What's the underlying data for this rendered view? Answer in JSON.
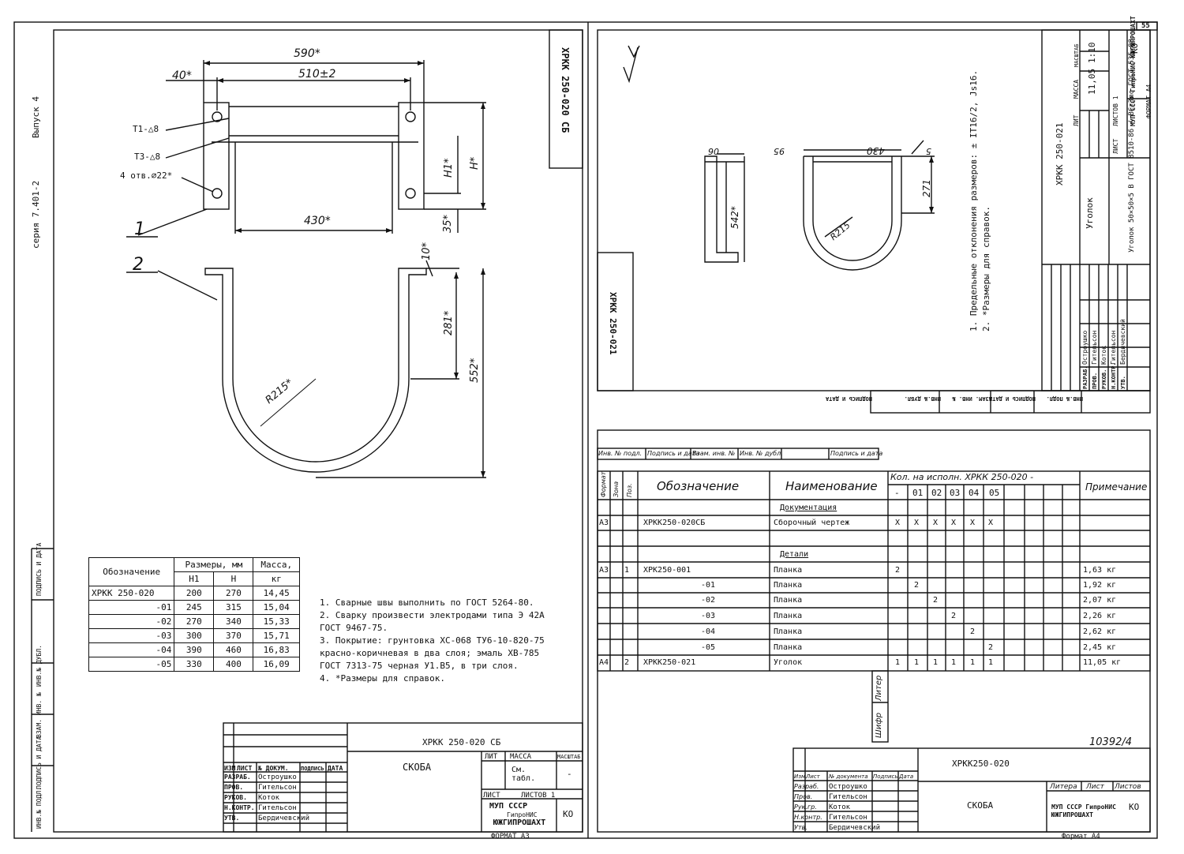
{
  "left_sheet": {
    "stamp_code": "ХРКК 250-020 СБ",
    "series": "серия 7.401-2",
    "issue": "Выпуск 4",
    "dims": {
      "d590": "590*",
      "d510": "510±2",
      "d40": "40*",
      "d430": "430*",
      "dH1": "H1*",
      "dH": "H*",
      "d35": "35*",
      "d10": "10*",
      "d281": "281*",
      "d552": "552*",
      "dR": "R215*"
    },
    "weld1": "Т1-△8",
    "weld2": "Т3-△8",
    "holes": "4 отв.⌀22*",
    "pos1": "1",
    "pos2": "2",
    "size_table": {
      "h_designation": "Обозначение",
      "h_sizes": "Размеры, мм",
      "h_mass": "Масса,",
      "h_mass_unit": "кг",
      "h_H1": "Н1",
      "h_H": "Н",
      "rows": [
        [
          "ХРКК 250-020",
          "200",
          "270",
          "14,45"
        ],
        [
          "-01",
          "245",
          "315",
          "15,04"
        ],
        [
          "-02",
          "270",
          "340",
          "15,33"
        ],
        [
          "-03",
          "300",
          "370",
          "15,71"
        ],
        [
          "-04",
          "390",
          "460",
          "16,83"
        ],
        [
          "-05",
          "330",
          "400",
          "16,09"
        ]
      ]
    },
    "notes": [
      "1. Сварные швы выполнить по ГОСТ 5264-80.",
      "2. Сварку произвести электродами типа Э 42А",
      "   ГОСТ 9467-75.",
      "3. Покрытие: грунтовка ХС-068 ТУ6-10-820-75",
      "   красно-коричневая в два слоя; эмаль ХВ-785",
      "   ГОСТ 7313-75 черная У1.В5, в три слоя.",
      "4. *Размеры для справок."
    ],
    "title_block": {
      "code": "ХРКК 250-020 СБ",
      "name": "СКОБА",
      "h_lit": "ЛИТ",
      "h_mass": "МАССА",
      "h_scale": "МАСШТАБ",
      "mass": "См. табл.",
      "scale": "-",
      "sheet": "ЛИСТ",
      "sheets": "ЛИСТОВ 1",
      "org1": "МУП СССР",
      "org2": "ГипроНИС",
      "org3": "ЮЖГИПРОШАХТ",
      "ko": "КО",
      "format": "ФОРМАТ А3",
      "roles": [
        "РАЗРАБ.",
        "ПРОВ.",
        "РУКОВ.",
        "Н.КОНТР.",
        "УТВ."
      ],
      "people": [
        "Остроушко",
        "Гительсон",
        "Коток",
        "Гительсон",
        "Бердичевский"
      ],
      "hdr": [
        "ИЗМ",
        "ЛИСТ",
        "№ ДОКУМ.",
        "ПОДПИСЬ",
        "ДАТА"
      ]
    },
    "side_labels": [
      "ИНВ.№ ПОДЛ.",
      "ПОДПИСЬ И ДАТА",
      "ВЗАМ. ИНВ. №",
      "ИНВ.№ ДУБЛ.",
      "ПОДПИСЬ И ДАТА"
    ]
  },
  "right_top": {
    "page_num": "55",
    "roughness": "√",
    "d06": "06",
    "d95": "95",
    "d430": "430",
    "d5": "5",
    "d271": "271",
    "d542": "542*",
    "dR": "R215",
    "note1": "1. Предельные отклонения размеров: ± IT16/2, Js16.",
    "note2": "2. *Размеры для справок.",
    "side_code": "ХРКК 250-021",
    "title_code": "ХРКК 250-021",
    "title_name": "Уголок",
    "material": "Уголок 50×50×5 В ГОСТ 8510-86 / ВСт3пс ГОСТ 535-88",
    "mass": "11,05",
    "scale": "1:10",
    "h_lit": "ЛИТ",
    "h_mass": "МАССА",
    "h_scale": "МАСШТАБ",
    "sheet": "ЛИСТ",
    "sheets": "ЛИСТОВ 1",
    "org": "МУП СССР ГипроНИС ЮЖГИПРОШАХТ",
    "ko": "КО",
    "format": "ФОРМАТ А4",
    "roles": [
      "РАЗРАБ.",
      "ПРОВ.",
      "РУКОВ.",
      "Н.КОНТР.",
      "УТВ."
    ],
    "people": [
      "Остроушко",
      "Гительсон",
      "Коток",
      "Гительсон",
      "Бердичевский"
    ],
    "bottom_labels": [
      "ИНВ.№ ПОДЛ.",
      "ПОДПИСЬ И ДАТА",
      "ВЗАМ. ИНВ. №",
      "ИНВ.№ ДУБЛ.",
      "ПОДПИСЬ И ДАТА"
    ]
  },
  "right_bottom": {
    "top_labels": [
      "Инв. № подл.",
      "Подпись и дата",
      "Взам. инв. №",
      "Инв. № дубл.",
      "Подпись и дата"
    ],
    "h_format": "Формат",
    "h_zone": "Зона",
    "h_pos": "Поз.",
    "h_designation": "Обозначение",
    "h_name": "Наименование",
    "h_qty": "Кол. на исполн. ХРКК 250-020 -",
    "h_note": "Примечание",
    "variants": [
      "-",
      "01",
      "02",
      "03",
      "04",
      "05"
    ],
    "rows": [
      {
        "f": "",
        "p": "",
        "d": "",
        "n": "Документация",
        "q": [
          "",
          "",
          "",
          "",
          "",
          ""
        ],
        "note": ""
      },
      {
        "f": "А3",
        "p": "",
        "d": "ХРКК250-020СБ",
        "n": "Сборочный чертеж",
        "q": [
          "Х",
          "Х",
          "Х",
          "Х",
          "Х",
          "Х"
        ],
        "note": ""
      },
      {
        "f": "",
        "p": "",
        "d": "",
        "n": "",
        "q": [
          "",
          "",
          "",
          "",
          "",
          ""
        ],
        "note": ""
      },
      {
        "f": "",
        "p": "",
        "d": "",
        "n": "Детали",
        "q": [
          "",
          "",
          "",
          "",
          "",
          ""
        ],
        "note": ""
      },
      {
        "f": "А3",
        "p": "1",
        "d": "ХРК250-001",
        "n": "Планка",
        "q": [
          "2",
          "",
          "",
          "",
          "",
          ""
        ],
        "note": "1,63 кг"
      },
      {
        "f": "",
        "p": "",
        "d": "-01",
        "n": "Планка",
        "q": [
          "",
          "2",
          "",
          "",
          "",
          ""
        ],
        "note": "1,92 кг"
      },
      {
        "f": "",
        "p": "",
        "d": "-02",
        "n": "Планка",
        "q": [
          "",
          "",
          "2",
          "",
          "",
          ""
        ],
        "note": "2,07 кг"
      },
      {
        "f": "",
        "p": "",
        "d": "-03",
        "n": "Планка",
        "q": [
          "",
          "",
          "",
          "2",
          "",
          ""
        ],
        "note": "2,26 кг"
      },
      {
        "f": "",
        "p": "",
        "d": "-04",
        "n": "Планка",
        "q": [
          "",
          "",
          "",
          "",
          "2",
          ""
        ],
        "note": "2,62 кг"
      },
      {
        "f": "",
        "p": "",
        "d": "-05",
        "n": "Планка",
        "q": [
          "",
          "",
          "",
          "",
          "",
          "2"
        ],
        "note": "2,45 кг"
      },
      {
        "f": "А4",
        "p": "2",
        "d": "ХРКК250-021",
        "n": "Уголок",
        "q": [
          "1",
          "1",
          "1",
          "1",
          "1",
          "1"
        ],
        "note": "11,05 кг"
      }
    ],
    "side_labels": [
      "Шифр",
      "Литер"
    ],
    "doc_num": "10392/4",
    "title_code": "ХРКК250-020",
    "title_name": "СКОБА",
    "h_litera": "Литера",
    "h_sheet": "Лист",
    "h_sheets": "Листов",
    "org": "МУП СССР ГипроНИС ЮЖГИПРОШАХТ",
    "ko": "КО",
    "format": "Формат А4",
    "hdr": [
      "Изм.",
      "Лист",
      "№ документа",
      "Подпись",
      "Дата"
    ],
    "roles": [
      "Разраб.",
      "Пров.",
      "Рук.гр.",
      "Н.контр.",
      "Утв."
    ],
    "people": [
      "Остроушко",
      "Гительсон",
      "Коток",
      "Гительсон",
      "Бердичевский"
    ]
  }
}
